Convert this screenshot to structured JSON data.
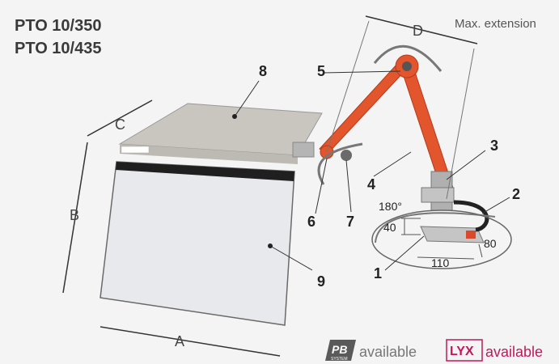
{
  "titles": [
    "PTO 10/350",
    "PTO 10/435"
  ],
  "note": "Max. extension",
  "dimension_letters": {
    "a": "A",
    "b": "B",
    "c": "C",
    "d": "D"
  },
  "part_numbers": [
    "1",
    "2",
    "3",
    "4",
    "5",
    "6",
    "7",
    "8",
    "9"
  ],
  "base_dims": {
    "angle": "180°",
    "height": "40",
    "width": "110",
    "depth": "80"
  },
  "badges": {
    "pb_logo": "PB",
    "pb_sub": "SYSTEM",
    "pb_text": "available",
    "lyx_logo": "LYX",
    "lyx_text": "available"
  },
  "colors": {
    "arm": "#e2552d",
    "panel": "#e7e9ec",
    "top": "#c9c6bf",
    "lyx": "#c2185b"
  }
}
